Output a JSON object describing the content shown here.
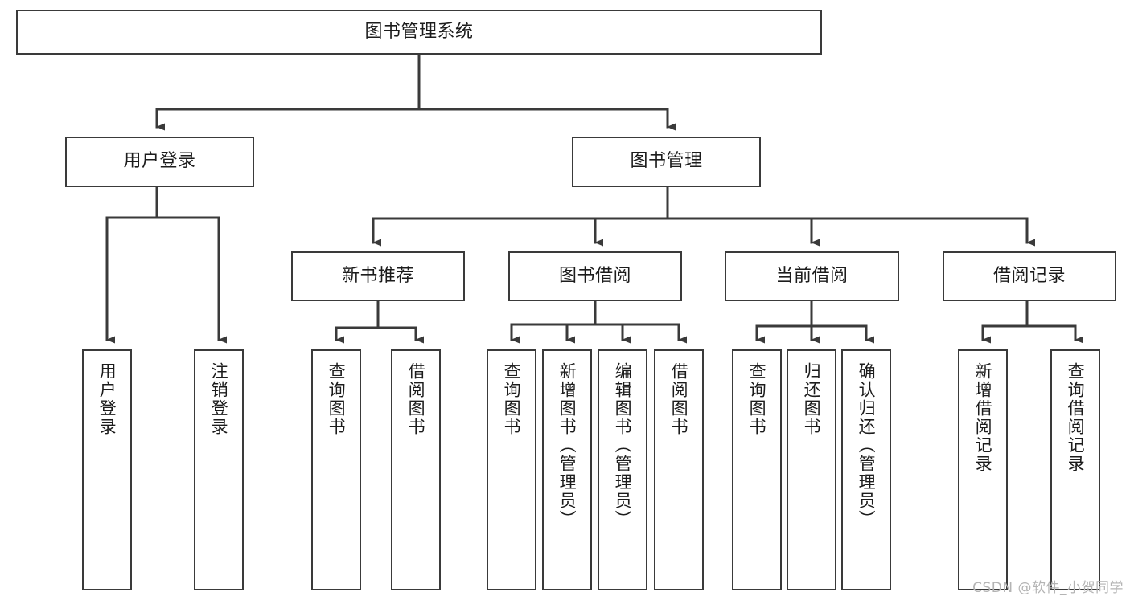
{
  "diagram": {
    "title": "图书管理系统",
    "type": "tree-hierarchy",
    "stroke_color": "#3a3a3a",
    "text_color": "#1c1c1c",
    "background_color": "#ffffff"
  },
  "nodes": {
    "root": {
      "label": "图书管理系统"
    },
    "level2": [
      {
        "id": "user-login",
        "label": "用户登录"
      },
      {
        "id": "book-manage",
        "label": "图书管理"
      }
    ],
    "level3": [
      {
        "id": "new-book-recommend",
        "label": "新书推荐"
      },
      {
        "id": "book-borrow",
        "label": "图书借阅"
      },
      {
        "id": "current-borrow",
        "label": "当前借阅"
      },
      {
        "id": "borrow-record",
        "label": "借阅记录"
      }
    ],
    "leaves": {
      "user_login": [
        {
          "id": "leaf-user-login",
          "label": "用户登录"
        },
        {
          "id": "leaf-logout-login",
          "label": "注销登录"
        }
      ],
      "new_book_recommend": [
        {
          "id": "leaf-query-book-1",
          "label": "查询图书"
        },
        {
          "id": "leaf-borrow-book-1",
          "label": "借阅图书"
        }
      ],
      "book_borrow": [
        {
          "id": "leaf-query-book-2",
          "label": "查询图书"
        },
        {
          "id": "leaf-add-book",
          "label": "新增图书（管理员）"
        },
        {
          "id": "leaf-edit-book",
          "label": "编辑图书（管理员）"
        },
        {
          "id": "leaf-borrow-book-2",
          "label": "借阅图书"
        }
      ],
      "current_borrow": [
        {
          "id": "leaf-query-book-3",
          "label": "查询图书"
        },
        {
          "id": "leaf-return-book",
          "label": "归还图书"
        },
        {
          "id": "leaf-confirm-return",
          "label": "确认归还（管理员）"
        }
      ],
      "borrow_record": [
        {
          "id": "leaf-add-borrow-record",
          "label": "新增借阅记录"
        },
        {
          "id": "leaf-query-borrow-record",
          "label": "查询借阅记录"
        }
      ]
    }
  },
  "watermark": {
    "text": "CSDN @软件_小贺同学"
  }
}
